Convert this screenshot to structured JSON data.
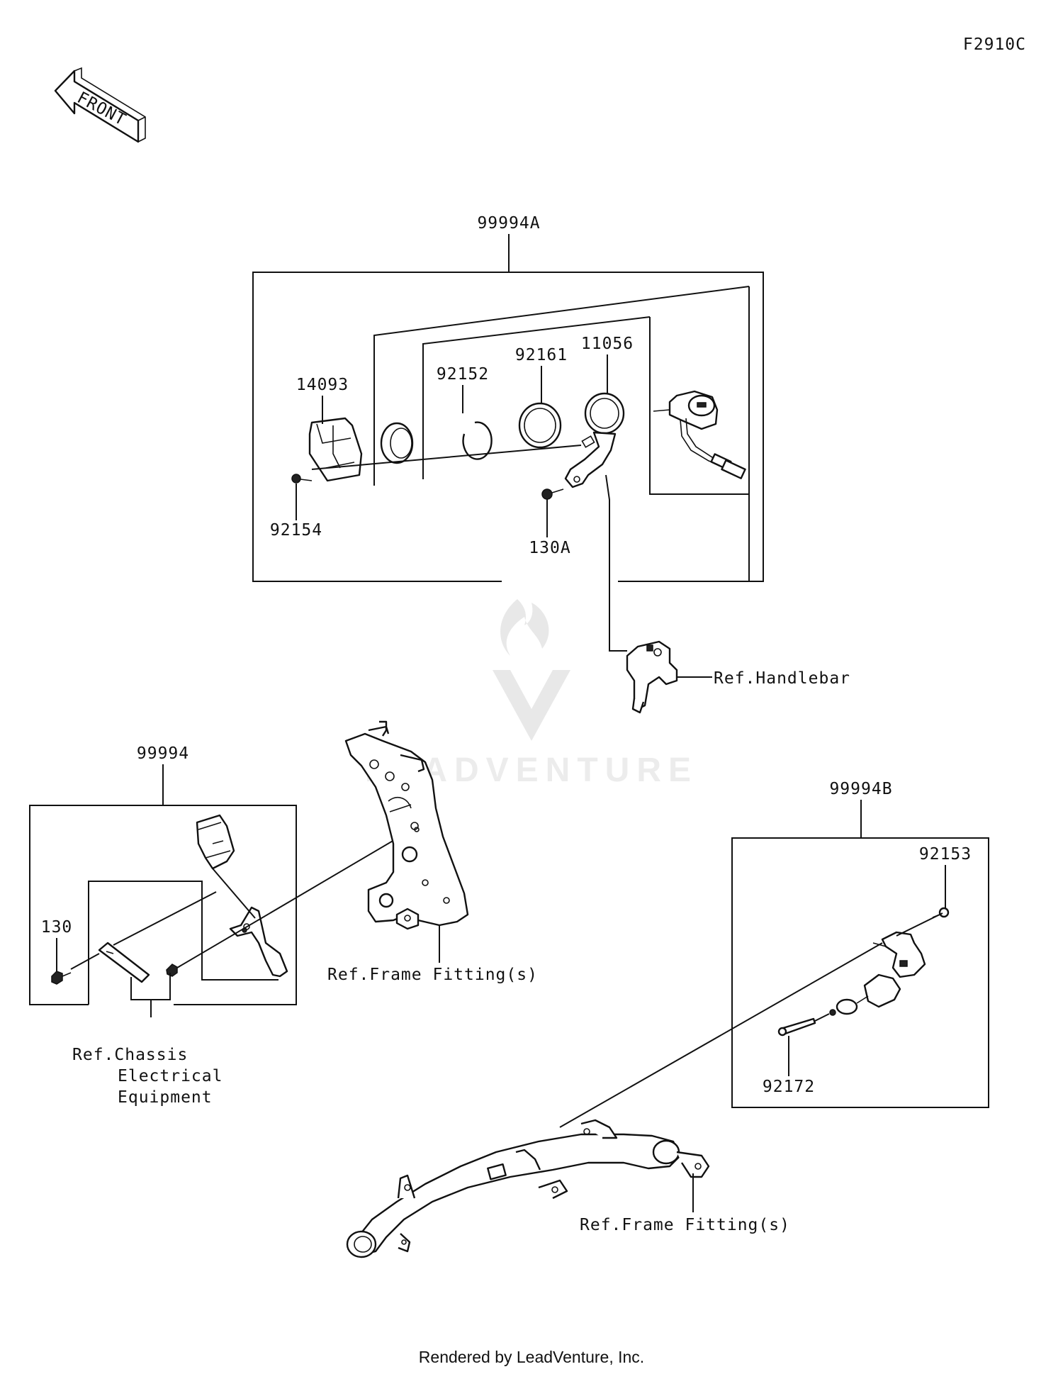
{
  "figure_code": "F2910C",
  "front_label": "FRONT",
  "watermark": "LEADVENTURE",
  "footer": "Rendered by LeadVenture, Inc.",
  "assemblies": {
    "upper": {
      "label": "99994A"
    },
    "left": {
      "label": "99994"
    },
    "right": {
      "label": "99994B"
    }
  },
  "parts": {
    "p14093": "14093",
    "p92152": "92152",
    "p92161": "92161",
    "p11056": "11056",
    "p92154": "92154",
    "p130A": "130A",
    "p130": "130",
    "p92153": "92153",
    "p92172": "92172"
  },
  "references": {
    "handlebar": "Ref.Handlebar",
    "frame_fitting_1": "Ref.Frame Fitting(s)",
    "frame_fitting_2": "Ref.Frame Fitting(s)",
    "chassis_line1": "Ref.Chassis",
    "chassis_line2": "Electrical",
    "chassis_line3": "Equipment"
  }
}
